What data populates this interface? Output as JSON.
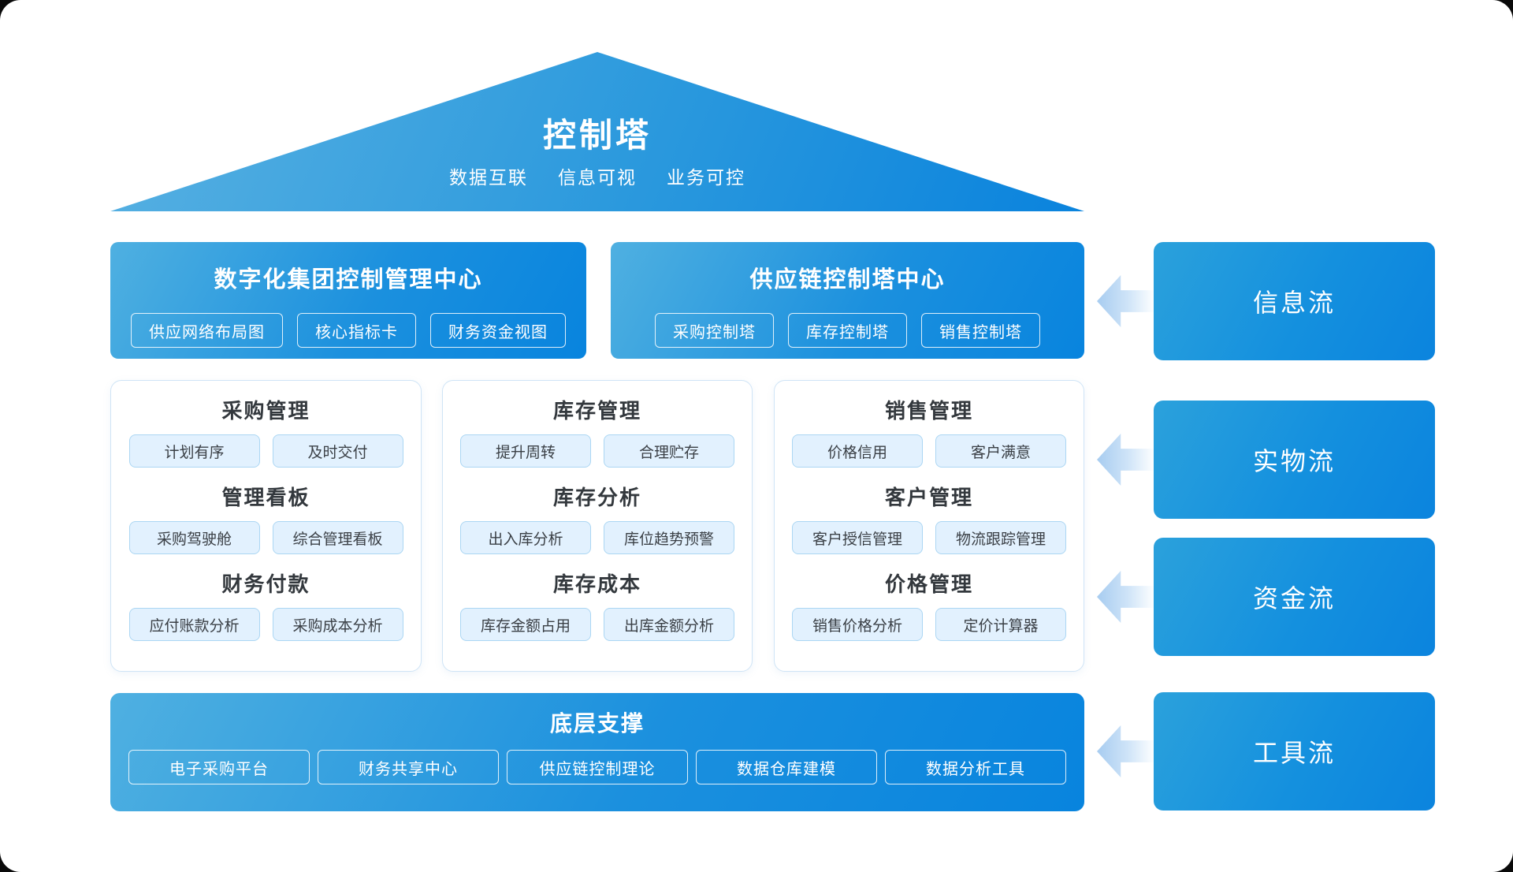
{
  "roof": {
    "title": "控制塔",
    "subtitle": [
      "数据互联",
      "信息可视",
      "业务可控"
    ]
  },
  "centers": [
    {
      "title": "数字化集团控制管理中心",
      "tags": [
        "供应网络布局图",
        "核心指标卡",
        "财务资金视图"
      ]
    },
    {
      "title": "供应链控制塔中心",
      "tags": [
        "采购控制塔",
        "库存控制塔",
        "销售控制塔"
      ]
    }
  ],
  "panels": [
    {
      "sections": [
        {
          "title": "采购管理",
          "tags": [
            "计划有序",
            "及时交付"
          ]
        },
        {
          "title": "管理看板",
          "tags": [
            "采购驾驶舱",
            "综合管理看板"
          ]
        },
        {
          "title": "财务付款",
          "tags": [
            "应付账款分析",
            "采购成本分析"
          ]
        }
      ]
    },
    {
      "sections": [
        {
          "title": "库存管理",
          "tags": [
            "提升周转",
            "合理贮存"
          ]
        },
        {
          "title": "库存分析",
          "tags": [
            "出入库分析",
            "库位趋势预警"
          ]
        },
        {
          "title": "库存成本",
          "tags": [
            "库存金额占用",
            "出库金额分析"
          ]
        }
      ]
    },
    {
      "sections": [
        {
          "title": "销售管理",
          "tags": [
            "价格信用",
            "客户满意"
          ]
        },
        {
          "title": "客户管理",
          "tags": [
            "客户授信管理",
            "物流跟踪管理"
          ]
        },
        {
          "title": "价格管理",
          "tags": [
            "销售价格分析",
            "定价计算器"
          ]
        }
      ]
    }
  ],
  "foundation": {
    "title": "底层支撑",
    "tags": [
      "电子采购平台",
      "财务共享中心",
      "供应链控制理论",
      "数据仓库建模",
      "数据分析工具"
    ]
  },
  "flows": [
    "信息流",
    "实物流",
    "资金流",
    "工具流"
  ],
  "colors": {
    "blue_gradient_light": "#4fb0e1",
    "blue_gradient_dark": "#0884de",
    "panel_border": "#cfe4f6",
    "panel_tag_bg": "#e2f1fe",
    "panel_tag_border": "#abd6f3",
    "arrow": "#a7ccf0"
  }
}
